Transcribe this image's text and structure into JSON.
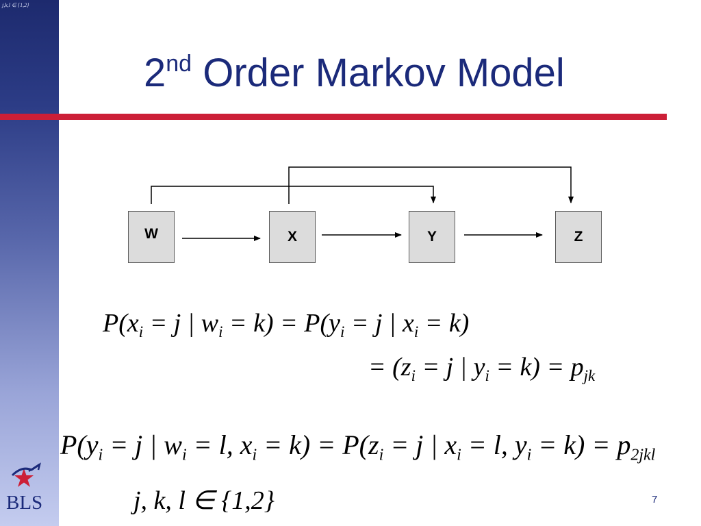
{
  "sidebar": {
    "corner_text": "j,k,l ∈ {1,2}"
  },
  "slide": {
    "title_prefix": "2",
    "title_superscript": "nd",
    "title_rest": " Order Markov Model",
    "page_number": "7"
  },
  "diagram": {
    "nodes": [
      "W",
      "X",
      "Y",
      "Z"
    ]
  },
  "equations": {
    "eq1": "P(x_i = j | w_i = k) = P(y_i = j | x_i = k)",
    "eq2": "= (z_i = j | y_i = k) = p_jk",
    "eq3": "P(y_i = j | w_i = l, x_i = k) = P(z_i = j | x_i = l, y_i = k) = p_2jkl",
    "eq4": "j, k, l ∈ {1,2}"
  },
  "logo": {
    "text": "BLS"
  },
  "colors": {
    "title": "#1b2a7a",
    "rule": "#cc1f37",
    "node_fill": "#dcdcdc"
  }
}
